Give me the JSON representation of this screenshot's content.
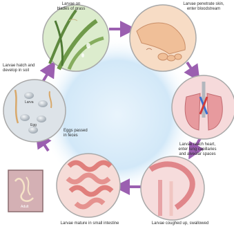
{
  "stages": [
    {
      "id": "grass",
      "label": "Larvae on\nblades of grass"
    },
    {
      "id": "skin",
      "label": "Larvae penetrate skin,\nenter bloodstream"
    },
    {
      "id": "lungs",
      "label": "Larvae reach heart,\nenter lung capillaries\nand alveolar spaces"
    },
    {
      "id": "throat",
      "label": "Larvae coughed up, swallowed"
    },
    {
      "id": "intestine",
      "label": "Larvae mature in small intestine"
    },
    {
      "id": "feces",
      "label": "Eggs passed\nin feces"
    },
    {
      "id": "soil",
      "label": "Larvae hatch and\ndevelop in soil"
    }
  ],
  "callouts": {
    "larva": "Larva",
    "egg": "Egg",
    "adult": "Adult"
  },
  "colors": {
    "arrow": "#9b5fb0",
    "halo": "#cfe6f7",
    "skin": "#f3c9a6",
    "lung": "#e9a3a6",
    "intestine": "#e98e8c",
    "grass": "#7aa057",
    "egg": "#c9d1d8",
    "adult_box": "#c9a3a8"
  }
}
